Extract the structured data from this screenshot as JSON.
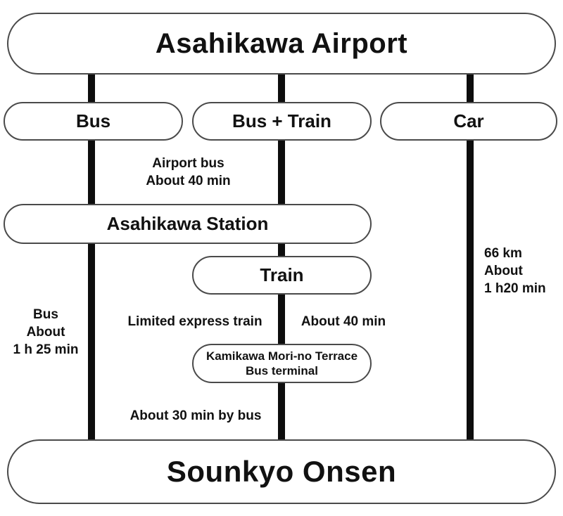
{
  "airport": "Asahikawa Airport",
  "onsen": "Sounkyo Onsen",
  "routes": {
    "bus": "Bus",
    "bus_train": "Bus + Train",
    "car": "Car"
  },
  "station": "Asahikawa Station",
  "train": "Train",
  "kamikawa": {
    "line1": "Kamikawa Mori-no Terrace",
    "line2": "Bus terminal"
  },
  "labels": {
    "airport_bus": {
      "line1": "Airport bus",
      "line2": "About 40 min"
    },
    "bus_duration": {
      "line1": "Bus",
      "line2": "About",
      "line3": "1 h 25 min"
    },
    "limited_express": "Limited express train",
    "train_duration": "About 40 min",
    "bus_to_onsen": "About 30 min by bus",
    "car_duration": {
      "line1": "66 km",
      "line2": "About",
      "line3": "1 h20 min"
    }
  },
  "colors": {
    "line": "#0d0d0d",
    "border": "#4a4a4a",
    "text": "#111111"
  }
}
